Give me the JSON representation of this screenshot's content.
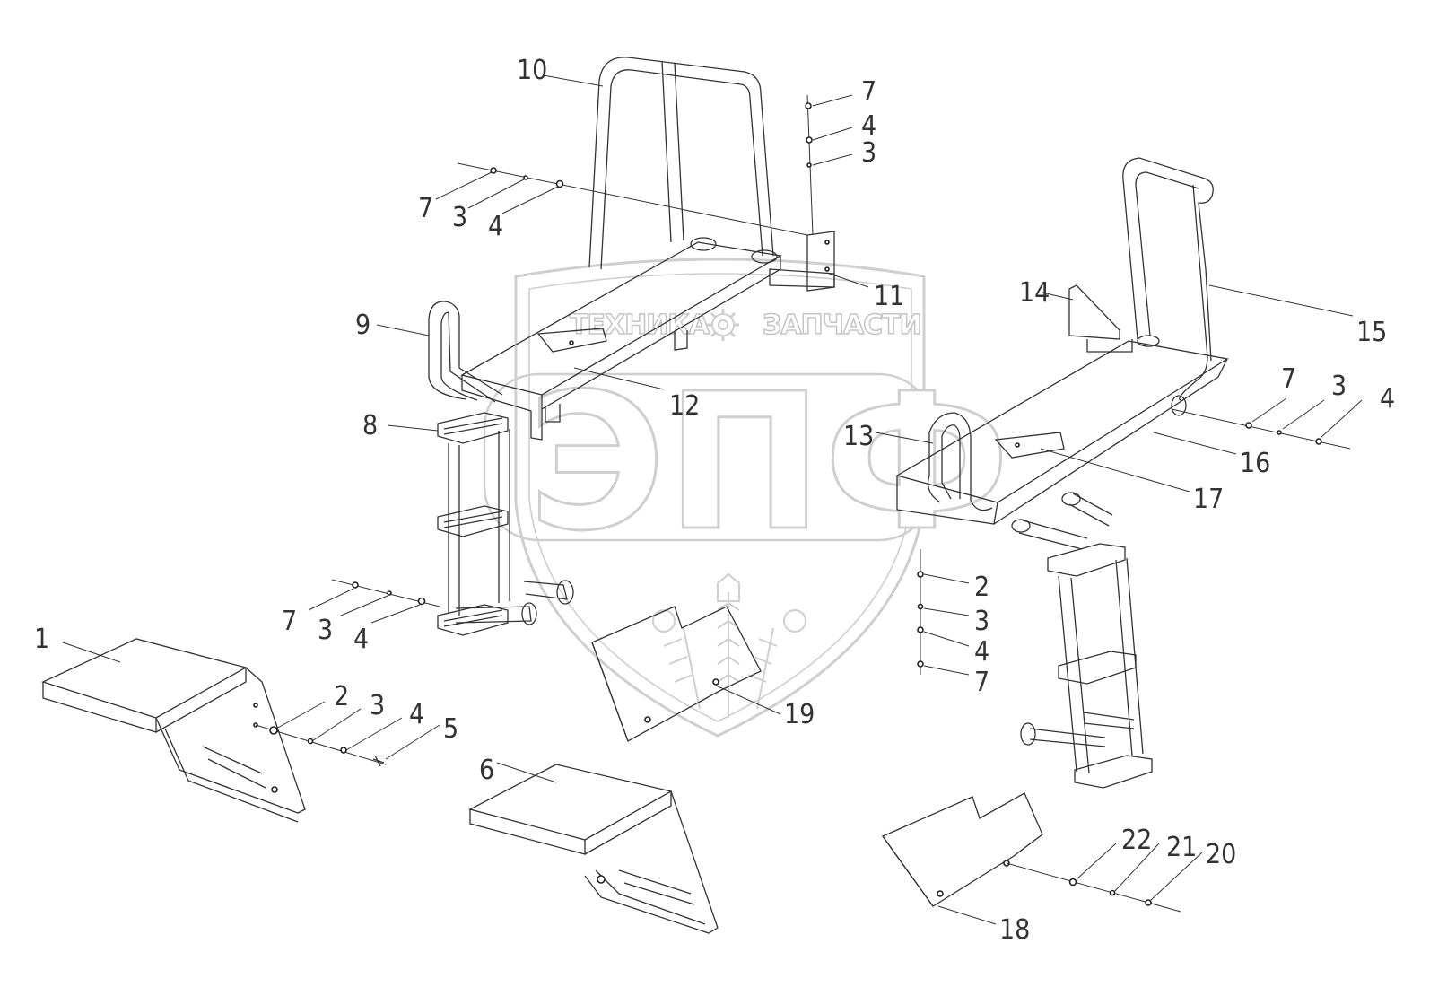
{
  "watermark": {
    "left_word": "ТЕХНИКА",
    "right_word": "ЗАПЧАСТИ",
    "monogram": "ЭПФ",
    "gear_icon": "gear-icon",
    "wheat_icon": "wheat-icon"
  },
  "callouts": [
    {
      "id": "c10a",
      "label": "10"
    },
    {
      "id": "c7a",
      "label": "7"
    },
    {
      "id": "c4a",
      "label": "4"
    },
    {
      "id": "c3a",
      "label": "3"
    },
    {
      "id": "c7b",
      "label": "7"
    },
    {
      "id": "c3b",
      "label": "3"
    },
    {
      "id": "c4b",
      "label": "4"
    },
    {
      "id": "c11",
      "label": "11"
    },
    {
      "id": "c14",
      "label": "14"
    },
    {
      "id": "c15",
      "label": "15"
    },
    {
      "id": "c9",
      "label": "9"
    },
    {
      "id": "c12",
      "label": "12"
    },
    {
      "id": "c8",
      "label": "8"
    },
    {
      "id": "c13",
      "label": "13"
    },
    {
      "id": "c7c",
      "label": "7"
    },
    {
      "id": "c3c",
      "label": "3"
    },
    {
      "id": "c4c",
      "label": "4"
    },
    {
      "id": "c16",
      "label": "16"
    },
    {
      "id": "c17",
      "label": "17"
    },
    {
      "id": "c2a",
      "label": "2"
    },
    {
      "id": "c3d",
      "label": "3"
    },
    {
      "id": "c4d",
      "label": "4"
    },
    {
      "id": "c7d",
      "label": "7"
    },
    {
      "id": "c7e",
      "label": "7"
    },
    {
      "id": "c3e",
      "label": "3"
    },
    {
      "id": "c4e",
      "label": "4"
    },
    {
      "id": "c1",
      "label": "1"
    },
    {
      "id": "c2b",
      "label": "2"
    },
    {
      "id": "c3f",
      "label": "3"
    },
    {
      "id": "c4f",
      "label": "4"
    },
    {
      "id": "c5",
      "label": "5"
    },
    {
      "id": "c19",
      "label": "19"
    },
    {
      "id": "c6",
      "label": "6"
    },
    {
      "id": "c22",
      "label": "22"
    },
    {
      "id": "c21",
      "label": "21"
    },
    {
      "id": "c20",
      "label": "20"
    },
    {
      "id": "c18",
      "label": "18"
    }
  ]
}
